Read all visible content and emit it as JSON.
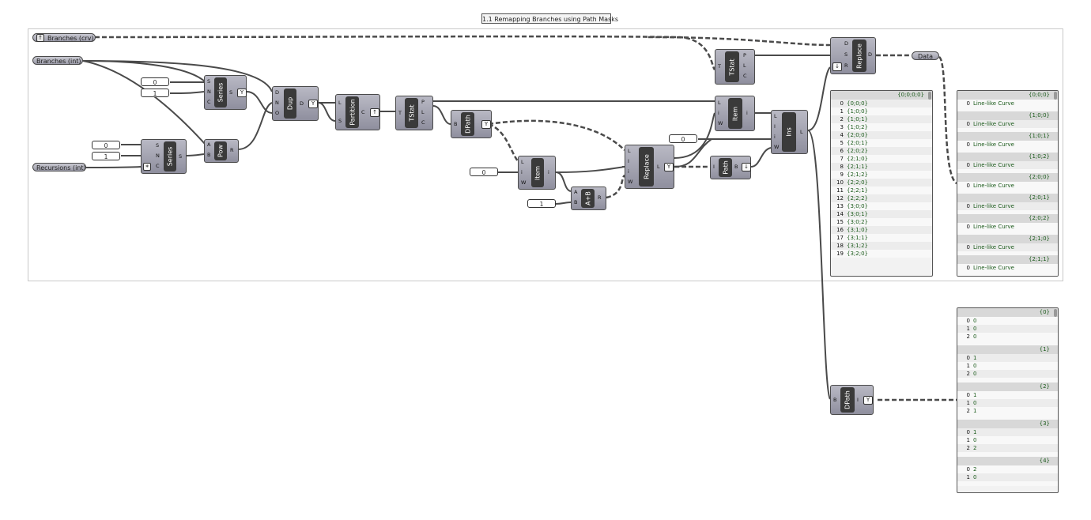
{
  "group_title": "1.1 Remapping Branches using Path Masks",
  "params": {
    "branches_crv": "Branches (crv)",
    "branches_int": "Branches (int)",
    "recursions_int": "Recursions (int)",
    "data": "Data"
  },
  "numbers": {
    "series1_start": "0",
    "series1_step": "1",
    "series2_start": "0",
    "series2_step": "1",
    "item_index": "0",
    "add_b": "1",
    "ins_index": "0"
  },
  "components": {
    "series1": {
      "name": "Series",
      "inputs": [
        "S",
        "N",
        "C"
      ],
      "outputs": [
        "S"
      ]
    },
    "series2": {
      "name": "Series",
      "inputs": [
        "S",
        "N",
        "C"
      ],
      "outputs": [
        "S"
      ]
    },
    "pow": {
      "name": "Pow",
      "inputs": [
        "A",
        "B"
      ],
      "outputs": [
        "R"
      ]
    },
    "dup": {
      "name": "Dup",
      "inputs": [
        "D",
        "N",
        "O"
      ],
      "outputs": [
        "D"
      ]
    },
    "partition": {
      "name": "Partition",
      "inputs": [
        "L",
        "S"
      ],
      "outputs": [
        "C"
      ]
    },
    "tstat1": {
      "name": "TStat",
      "inputs": [
        "T"
      ],
      "outputs": [
        "P",
        "L",
        "C"
      ]
    },
    "dpath1": {
      "name": "DPath",
      "inputs": [
        "B"
      ],
      "outputs": []
    },
    "item1": {
      "name": "Item",
      "inputs": [
        "L",
        "i",
        "W"
      ],
      "outputs": [
        "i"
      ]
    },
    "add": {
      "name": "A+B",
      "inputs": [
        "A",
        "B"
      ],
      "outputs": [
        "R"
      ]
    },
    "replace1": {
      "name": "Replace",
      "inputs": [
        "L",
        "I",
        "i",
        "W"
      ],
      "outputs": [
        "L"
      ]
    },
    "item2": {
      "name": "Item",
      "inputs": [
        "L",
        "i",
        "W"
      ],
      "outputs": [
        "i"
      ]
    },
    "path": {
      "name": "Path",
      "inputs": [
        "I"
      ],
      "outputs": [
        "B"
      ]
    },
    "ins": {
      "name": "Ins",
      "inputs": [
        "L",
        "I",
        "i",
        "W"
      ],
      "outputs": [
        "L"
      ]
    },
    "tstat2": {
      "name": "TStat",
      "inputs": [
        "T"
      ],
      "outputs": [
        "P",
        "L",
        "C"
      ]
    },
    "replace2": {
      "name": "Replace",
      "inputs": [
        "D",
        "S",
        "R"
      ],
      "outputs": [
        "D"
      ]
    },
    "dpath2": {
      "name": "DPath",
      "inputs": [
        "B"
      ],
      "outputs": [
        "I"
      ]
    }
  },
  "panel_paths": {
    "header": "{0;0;0;0}",
    "rows": [
      {
        "i": "0",
        "v": "{0;0;0}"
      },
      {
        "i": "1",
        "v": "{1;0;0}"
      },
      {
        "i": "2",
        "v": "{1;0;1}"
      },
      {
        "i": "3",
        "v": "{1;0;2}"
      },
      {
        "i": "4",
        "v": "{2;0;0}"
      },
      {
        "i": "5",
        "v": "{2;0;1}"
      },
      {
        "i": "6",
        "v": "{2;0;2}"
      },
      {
        "i": "7",
        "v": "{2;1;0}"
      },
      {
        "i": "8",
        "v": "{2;1;1}"
      },
      {
        "i": "9",
        "v": "{2;1;2}"
      },
      {
        "i": "10",
        "v": "{2;2;0}"
      },
      {
        "i": "11",
        "v": "{2;2;1}"
      },
      {
        "i": "12",
        "v": "{2;2;2}"
      },
      {
        "i": "13",
        "v": "{3;0;0}"
      },
      {
        "i": "14",
        "v": "{3;0;1}"
      },
      {
        "i": "15",
        "v": "{3;0;2}"
      },
      {
        "i": "16",
        "v": "{3;1;0}"
      },
      {
        "i": "17",
        "v": "{3;1;1}"
      },
      {
        "i": "18",
        "v": "{3;1;2}"
      },
      {
        "i": "19",
        "v": "{3;2;0}"
      }
    ]
  },
  "panel_curves": {
    "blocks": [
      {
        "path": "{0;0;0}",
        "i": "0",
        "v": "Line-like Curve"
      },
      {
        "path": "{1;0;0}",
        "i": "0",
        "v": "Line-like Curve"
      },
      {
        "path": "{1;0;1}",
        "i": "0",
        "v": "Line-like Curve"
      },
      {
        "path": "{1;0;2}",
        "i": "0",
        "v": "Line-like Curve"
      },
      {
        "path": "{2;0;0}",
        "i": "0",
        "v": "Line-like Curve"
      },
      {
        "path": "{2;0;1}",
        "i": "0",
        "v": "Line-like Curve"
      },
      {
        "path": "{2;0;2}",
        "i": "0",
        "v": "Line-like Curve"
      },
      {
        "path": "{2;1;0}",
        "i": "0",
        "v": "Line-like Curve"
      },
      {
        "path": "{2;1;1}",
        "i": "0",
        "v": "Line-like Curve"
      }
    ]
  },
  "panel_indices": {
    "blocks": [
      {
        "path": "{0}",
        "rows": [
          {
            "i": "0",
            "v": "0"
          },
          {
            "i": "1",
            "v": "0"
          },
          {
            "i": "2",
            "v": "0"
          }
        ]
      },
      {
        "path": "{1}",
        "rows": [
          {
            "i": "0",
            "v": "1"
          },
          {
            "i": "1",
            "v": "0"
          },
          {
            "i": "2",
            "v": "0"
          }
        ]
      },
      {
        "path": "{2}",
        "rows": [
          {
            "i": "0",
            "v": "1"
          },
          {
            "i": "1",
            "v": "0"
          },
          {
            "i": "2",
            "v": "1"
          }
        ]
      },
      {
        "path": "{3}",
        "rows": [
          {
            "i": "0",
            "v": "1"
          },
          {
            "i": "1",
            "v": "0"
          },
          {
            "i": "2",
            "v": "2"
          }
        ]
      },
      {
        "path": "{4}",
        "rows": [
          {
            "i": "0",
            "v": "2"
          },
          {
            "i": "1",
            "v": "0"
          }
        ]
      }
    ]
  },
  "colors": {
    "wire": "#4a4a4a",
    "component": "#a3a3b0",
    "core": "#3a3a3a",
    "panel_text": "#1a5a1a"
  }
}
